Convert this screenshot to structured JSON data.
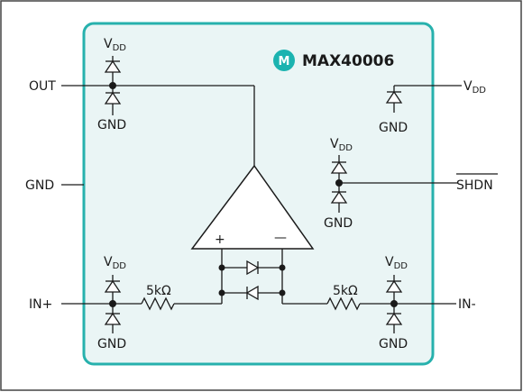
{
  "part_name": "MAX40006",
  "logo": {
    "icon": "maxim-logo-icon",
    "glyph": "M",
    "color": "#1bb3b0"
  },
  "colors": {
    "package_border": "#27b1ad",
    "package_fill": "#eaf5f5",
    "line": "#1a1a1a",
    "frame": "#444444"
  },
  "pins": {
    "out": "OUT",
    "gnd": "GND",
    "in_plus": "IN+",
    "in_minus": "IN-",
    "vdd": {
      "main": "V",
      "sub": "DD"
    },
    "shdn": "SHDN"
  },
  "rails": {
    "vdd_main": "V",
    "vdd_sub": "DD",
    "gnd": "GND"
  },
  "resistors": {
    "left": "5kΩ",
    "right": "5kΩ"
  },
  "opamp": {
    "plus": "+",
    "minus": "—"
  }
}
